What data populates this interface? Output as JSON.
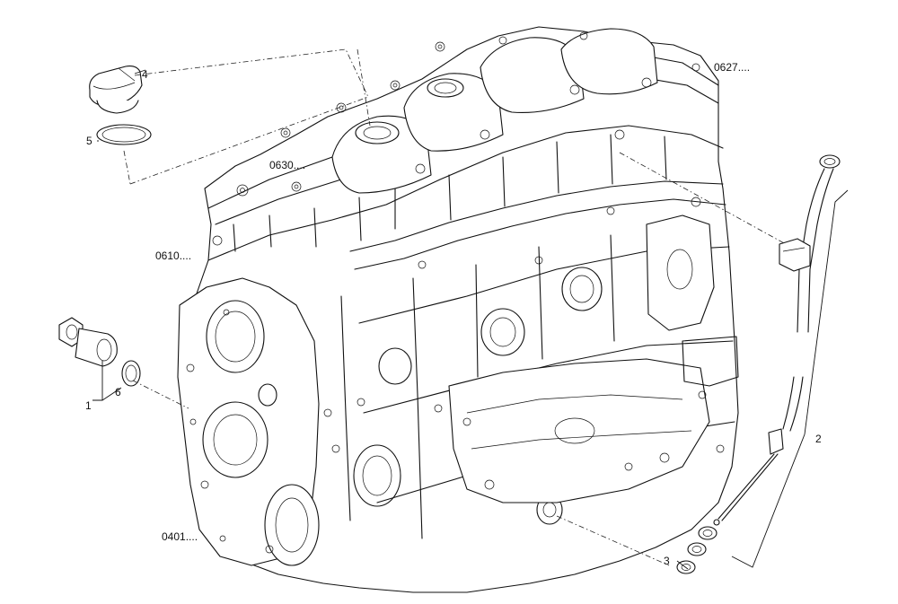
{
  "callouts": {
    "c4": "4",
    "c5": "5",
    "c0630": "0630....",
    "c0627": "0627....",
    "c0610": "0610....",
    "c1": "1",
    "c6": "6",
    "c2": "2",
    "c0401": "0401....",
    "c3": "3"
  }
}
